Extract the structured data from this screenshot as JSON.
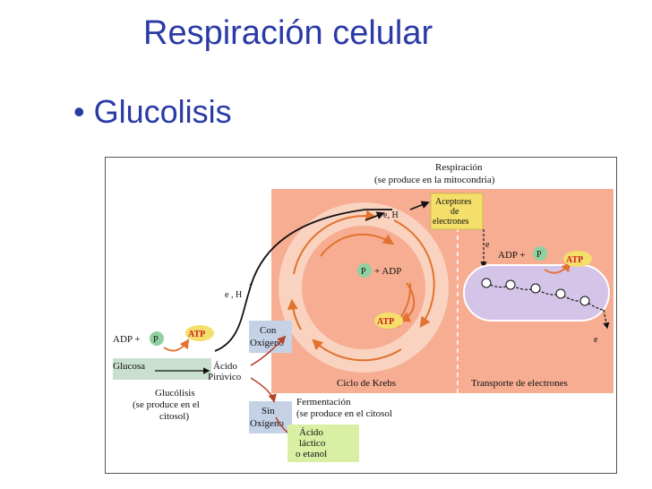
{
  "slide": {
    "title": "Respiración celular",
    "bullet": "Glucolisis"
  },
  "diagram": {
    "respiracion_title": "Respiración",
    "respiracion_sub": "(se produce en la mitocondria)",
    "aceptores": [
      "Aceptores",
      "de",
      "electrones"
    ],
    "e_h_top": "e, H",
    "e_h_mid": "e , H",
    "plus_sign": "+",
    "e_down": "e",
    "e_end": "e",
    "adp_right": "ADP +",
    "p_right": "P",
    "atp_right": "ATP",
    "p_center": "P",
    "adp_center": "+ ADP",
    "atp_center": "ATP",
    "adp_left": "ADP +",
    "p_left": "P",
    "atp_left": "ATP",
    "con_oxigeno": [
      "Con",
      "Oxígeno"
    ],
    "sin_oxigeno": [
      "Sin",
      "Oxígeno"
    ],
    "glucosa": "Glucosa",
    "acido_piruvico": [
      "Ácido",
      "Pirúvico"
    ],
    "glucolisis": [
      "Glucólisis",
      "(se produce en el",
      "citosol)"
    ],
    "ciclo_krebs": "Ciclo de Krebs",
    "transporte": "Transporte de electrones",
    "fermentacion": [
      "Fermentación",
      "(se produce en el citosol"
    ],
    "acido_lactico": [
      "Ácido",
      "láctico",
      "o etanol"
    ],
    "colors": {
      "title_blue": "#2a3aa6",
      "mitochondria_salmon": "#f6ad92",
      "krebs_ring": "#f9d2c0",
      "arrow_orange": "#e2722e",
      "atp_red": "#cf1b28",
      "p_green": "#8fd0a1",
      "yellow_box": "#f4df6b",
      "blue_box": "#c5d2e6",
      "green_box": "#d9efa3",
      "membrane_lilac": "#d4c4e8"
    }
  }
}
